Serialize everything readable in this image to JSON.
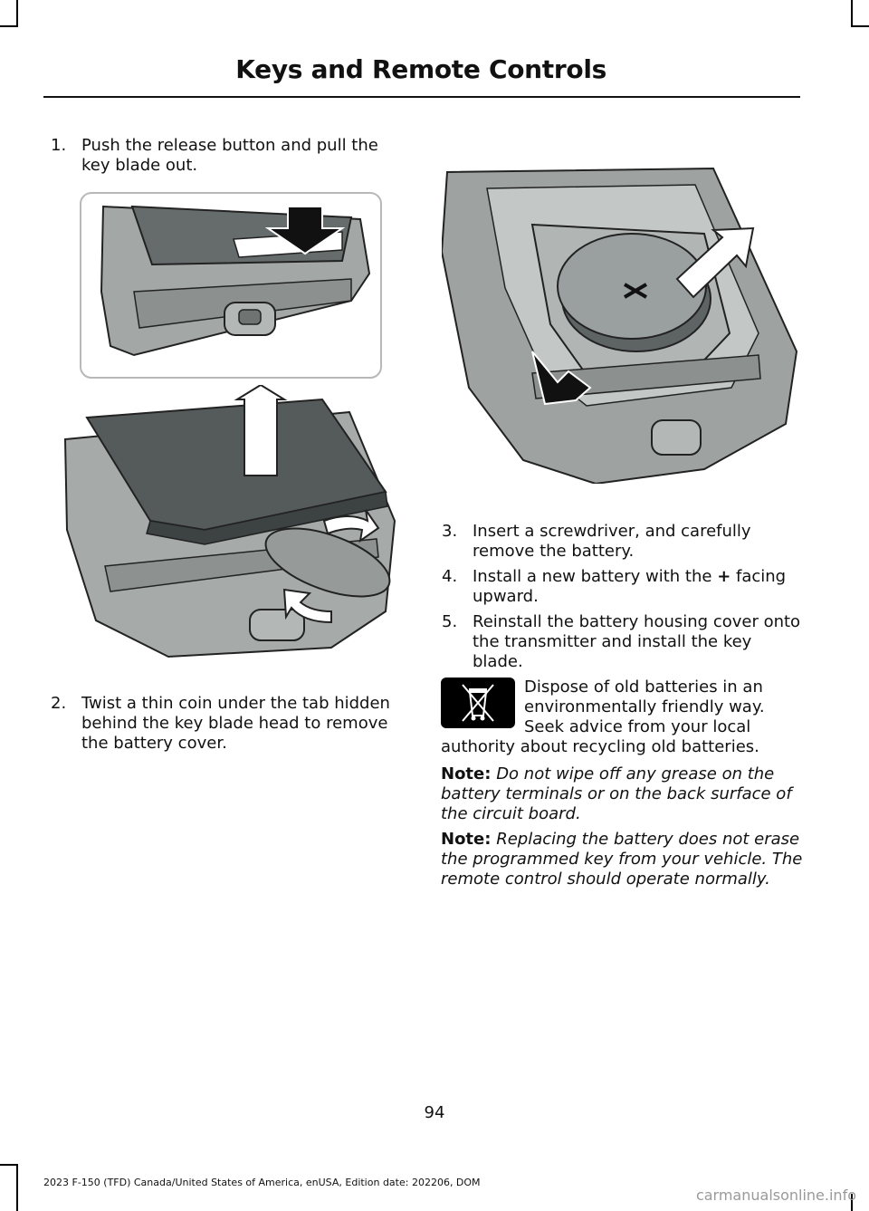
{
  "header": {
    "title": "Keys and Remote Controls"
  },
  "steps": [
    {
      "number": "1.",
      "text": "Push the release button and pull the key blade out."
    },
    {
      "number": "2.",
      "text": "Twist a thin coin under the tab hidden behind the key blade head to remove the battery cover."
    },
    {
      "number": "3.",
      "text": "Insert a screwdriver, and carefully remove the battery."
    },
    {
      "number": "4.",
      "text_before": "Install a new battery with the ",
      "plus": "+",
      "text_after": " facing upward."
    },
    {
      "number": "5.",
      "text": "Reinstall the battery housing cover onto the transmitter and install the key blade."
    }
  ],
  "disposal": {
    "text": "Dispose of old batteries in an environmentally friendly way. Seek advice from your local authority about recycling old batteries.",
    "icon": "crossed-out-wheelie-bin-icon"
  },
  "notes": [
    {
      "label": "Note:",
      "text": "Do not wipe off any grease on the battery terminals or on the back surface of the circuit board."
    },
    {
      "label": "Note:",
      "text": "Replacing the battery does not erase the programmed key from your vehicle.  The remote control should operate normally."
    }
  ],
  "page_number": "94",
  "footer": "2023 F-150 (TFD) Canada/United States of America, enUSA, Edition date: 202206, DOM",
  "watermark": "carmanualsonline.info"
}
